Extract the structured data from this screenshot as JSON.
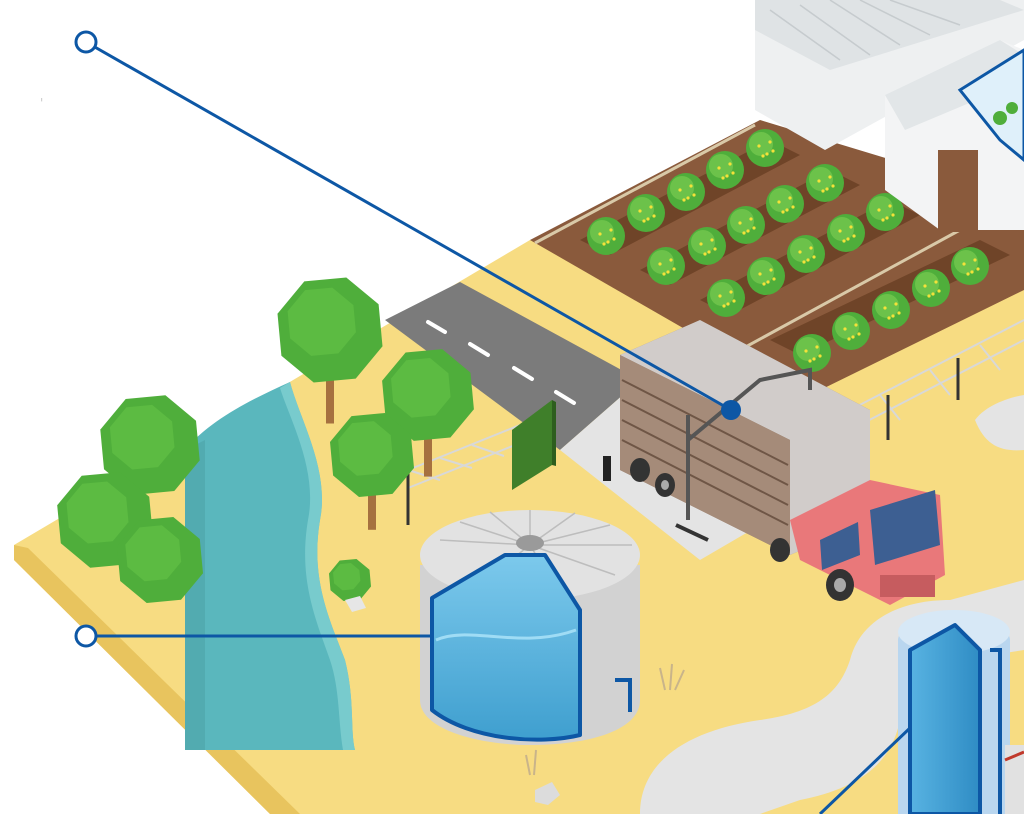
{
  "callouts": [
    {
      "id": "truck-tank",
      "marker": "open-circle",
      "target": "water-transport-truck"
    },
    {
      "id": "storage-tank",
      "marker": "open-circle",
      "target": "water-storage-tank"
    },
    {
      "id": "tower",
      "marker": "none",
      "target": "water-tower"
    }
  ],
  "icons": [
    "greenhouse",
    "crop-field",
    "road",
    "truck",
    "storage-tank",
    "water-tower",
    "river",
    "tree",
    "fence",
    "gate"
  ],
  "colors": {
    "ground": "#f7dc82",
    "ground_edge": "#e8c45e",
    "road": "#7b7b7b",
    "soil": "#8a5a3c",
    "river": "#5ab7bd",
    "tree": "#4fae3b",
    "water": "#5fb8e3",
    "callout_line": "#0d57a5",
    "truck_cab": "#e9787a",
    "path": "#e4e4e4"
  },
  "speck": "'"
}
